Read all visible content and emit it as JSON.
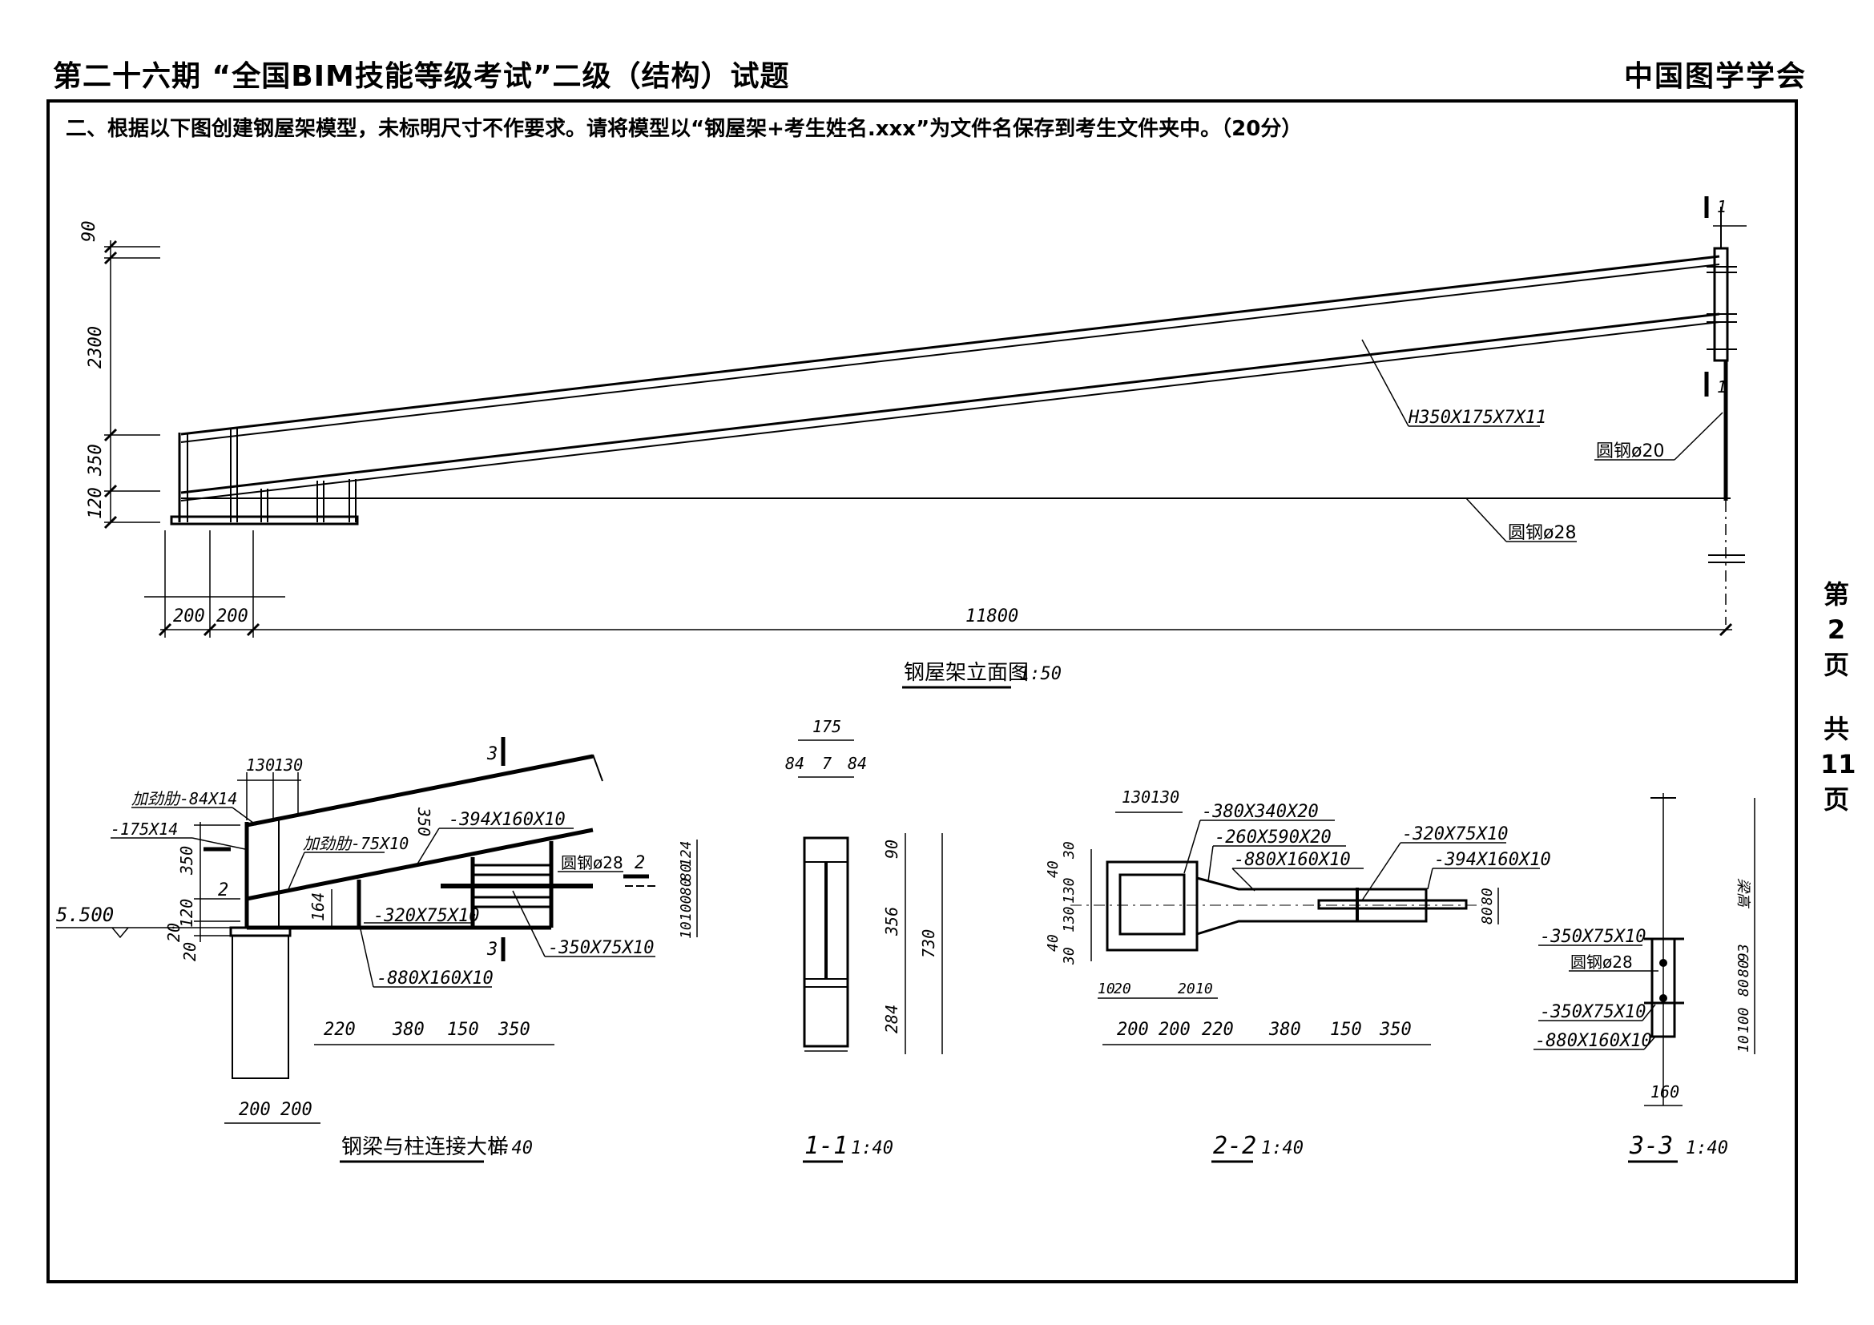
{
  "header": {
    "title_left": "第二十六期 “全国BIM技能等级考试”二级（结构）试题",
    "title_right": "中国图学学会"
  },
  "question": "二、根据以下图创建钢屋架模型，未标明尺寸不作要求。请将模型以“钢屋架+考生姓名.xxx”为文件名保存到考生文件夹中。（20分）",
  "page_info": [
    "第",
    "2",
    "页",
    "共",
    "11",
    "页"
  ],
  "elevation": {
    "dims_left": [
      "90",
      "2300",
      "350",
      "120"
    ],
    "dims_bottom": [
      "200",
      "200",
      "11800"
    ],
    "labels": {
      "h_beam": "H350X175X7X11",
      "rod20": "圆钢ø20",
      "rod28": "圆钢ø28",
      "section_mark": "1"
    },
    "caption": "钢屋架立面图",
    "scale": "1:50"
  },
  "detail": {
    "dims_top": [
      "130",
      "130"
    ],
    "labels": {
      "stiff84": "加劲肋-84X14",
      "plate175": "-175X14",
      "stiff75": "加劲肋-75X10",
      "plate394": "-394X160X10",
      "plate320": "-320X75X10",
      "plate350": "-350X75X10",
      "plate880": "-880X160X10",
      "rod28": "圆钢ø28",
      "elev": "5.500",
      "sec2": "2",
      "sec3": "3"
    },
    "dims_left": [
      "350",
      "120",
      "20",
      "20"
    ],
    "dim164": "164",
    "dim350v": "350",
    "dims_right": [
      "124",
      "80",
      "80",
      "100",
      "10"
    ],
    "dims_bottom": [
      "220",
      "380",
      "150",
      "350"
    ],
    "dims_col": [
      "200",
      "200"
    ],
    "caption": "钢梁与柱连接大样",
    "scale": "1:40"
  },
  "sec11": {
    "dims_top": [
      "175",
      "84",
      "7",
      "84"
    ],
    "dims_right": [
      "90",
      "356",
      "284",
      "730"
    ],
    "caption": "1-1",
    "scale": "1:40"
  },
  "sec22": {
    "dims_top": [
      "130",
      "130"
    ],
    "labels": {
      "p380": "-380X340X20",
      "p260": "-260X590X20",
      "p880": "-880X160X10",
      "p320": "-320X75X10",
      "p394": "-394X160X10"
    },
    "dims_left": [
      "30",
      "40",
      "130",
      "130",
      "40",
      "30"
    ],
    "dims_right": [
      "80",
      "80"
    ],
    "dims_small": [
      "10",
      "20",
      "20",
      "10"
    ],
    "dims_bottom": [
      "200",
      "200",
      "220",
      "380",
      "150",
      "350"
    ],
    "caption": "2-2",
    "scale": "1:40"
  },
  "sec33": {
    "labels": {
      "p350a": "-350X75X10",
      "rod28": "圆钢ø28",
      "p350b": "-350X75X10",
      "p880": "-880X160X10",
      "height": "梁高"
    },
    "dims_right": [
      "93",
      "80",
      "80",
      "100",
      "10"
    ],
    "dim_bottom": "160",
    "caption": "3-3",
    "scale": "1:40"
  }
}
